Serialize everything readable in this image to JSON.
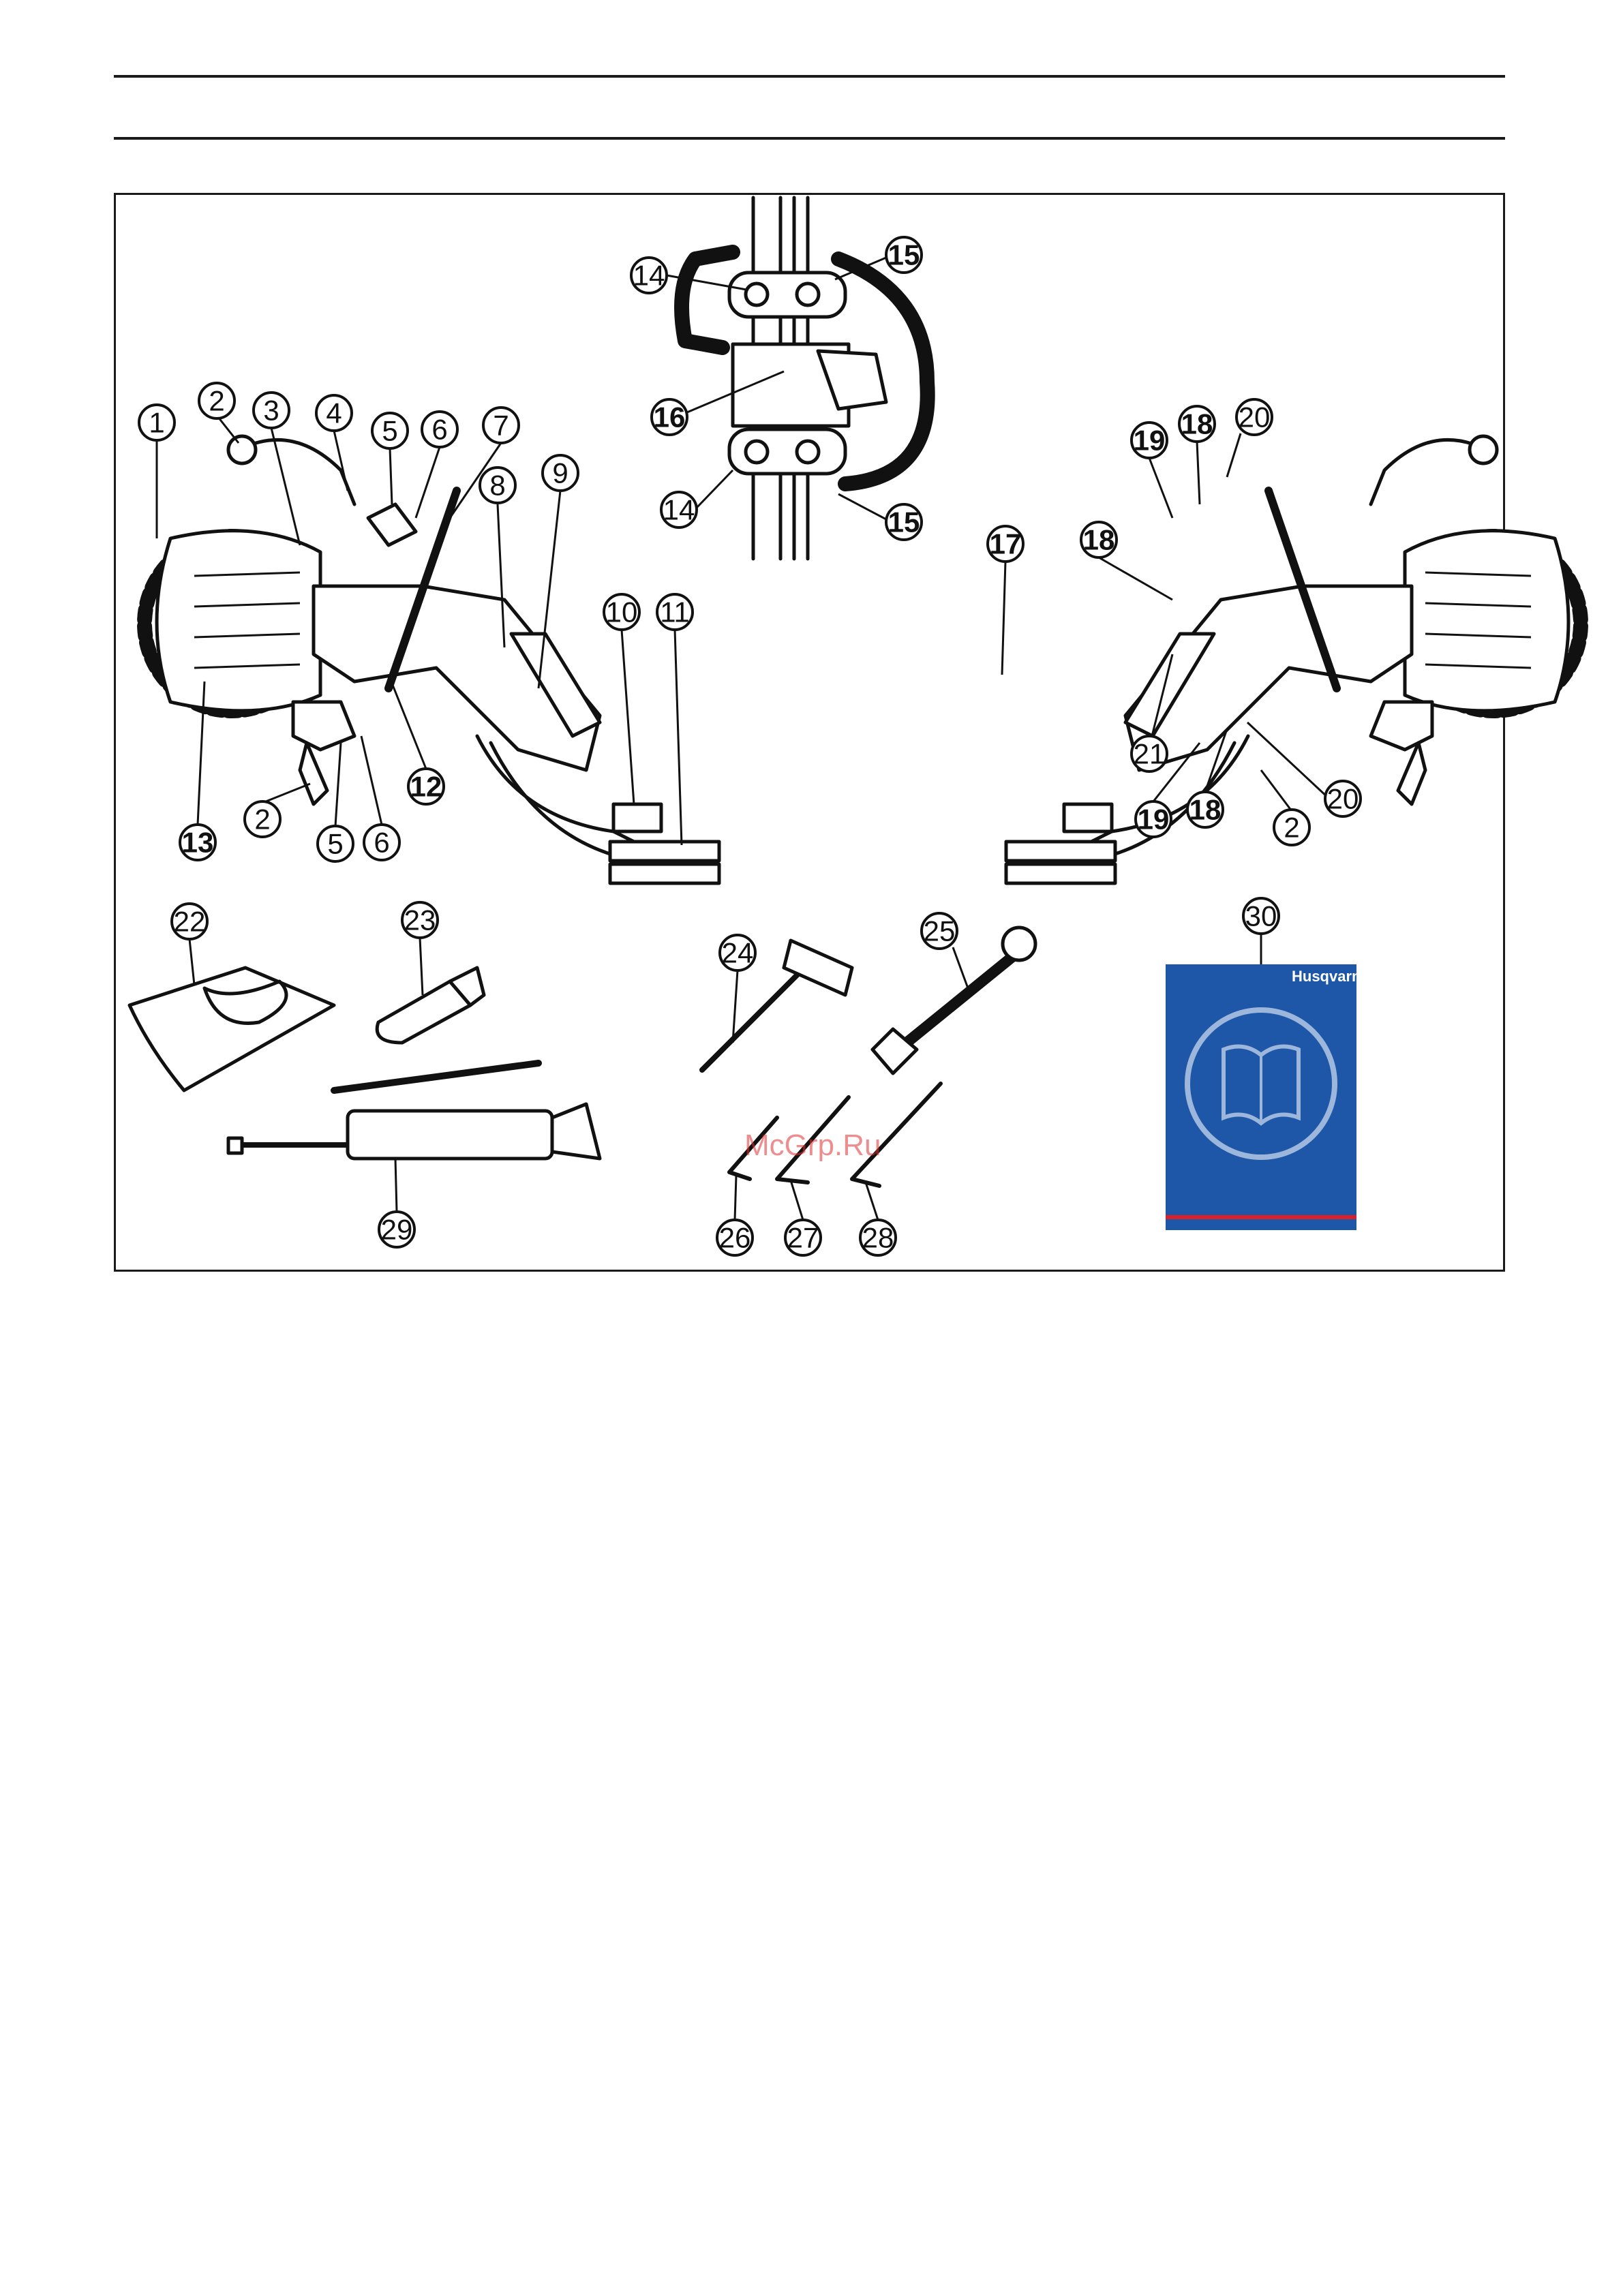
{
  "page": {
    "watermark": "McGrp.Ru",
    "manual_brand": "Husqvarna"
  },
  "callouts": [
    "1",
    "2",
    "3",
    "4",
    "5",
    "6",
    "7",
    "8",
    "9",
    "10",
    "11",
    "12",
    "13",
    "14",
    "15",
    "16",
    "17",
    "18",
    "19",
    "20",
    "21",
    "22",
    "23",
    "24",
    "25",
    "26",
    "27",
    "28",
    "29",
    "30"
  ],
  "colors": {
    "ink": "#111111",
    "manual_cover": "#1f57a8",
    "manual_stripe": "#d8202a",
    "watermark": "#e03030"
  }
}
